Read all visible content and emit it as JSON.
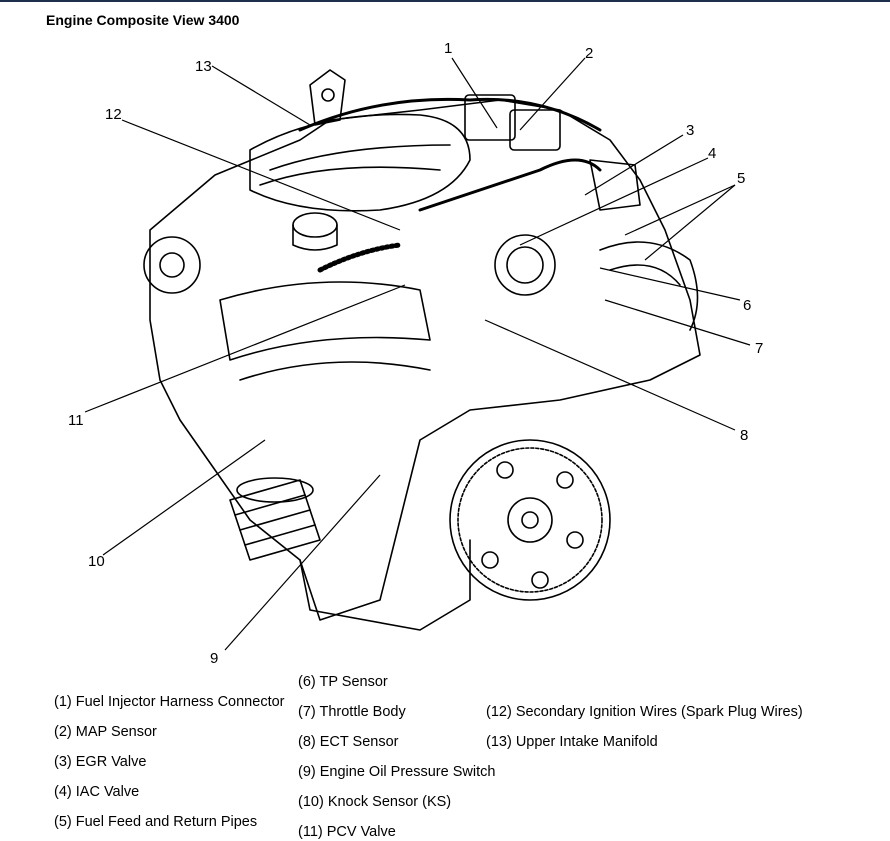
{
  "title": "Engine Composite View 3400",
  "callouts": [
    "1",
    "2",
    "3",
    "4",
    "5",
    "6",
    "7",
    "8",
    "9",
    "10",
    "11",
    "12",
    "13"
  ],
  "legend": {
    "col1": [
      "(1) Fuel Injector Harness Connector",
      "(2) MAP Sensor",
      "(3) EGR Valve",
      "(4) IAC Valve",
      "(5) Fuel Feed and Return Pipes"
    ],
    "col2": [
      "(6) TP Sensor",
      "(7) Throttle Body",
      "(8) ECT Sensor",
      "(9) Engine Oil Pressure Switch",
      "(10) Knock Sensor (KS)",
      "(11) PCV Valve"
    ],
    "col3": [
      "(12) Secondary Ignition Wires (Spark Plug Wires)",
      "(13) Upper Intake Manifold"
    ]
  }
}
